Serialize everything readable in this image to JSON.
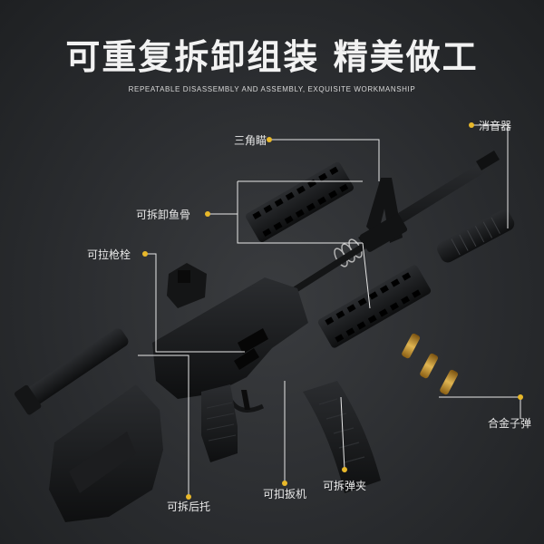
{
  "header": {
    "title": "可重复拆卸组装 精美做工",
    "subtitle": "REPEATABLE DISASSEMBLY AND ASSEMBLY, EXQUISITE WORKMANSHIP"
  },
  "callouts": {
    "silencer": "消音器",
    "front_sight": "三角瞄",
    "handguard": "可拆卸鱼骨",
    "charging_handle": "可拉枪栓",
    "bullets": "合金子弹",
    "magazine": "可拆弹夹",
    "trigger": "可扣扳机",
    "stock": "可拆后托"
  },
  "colors": {
    "accent": "#e8b82a",
    "line": "#e8e8e8",
    "part": "#141516",
    "brass": "#c9962e"
  }
}
